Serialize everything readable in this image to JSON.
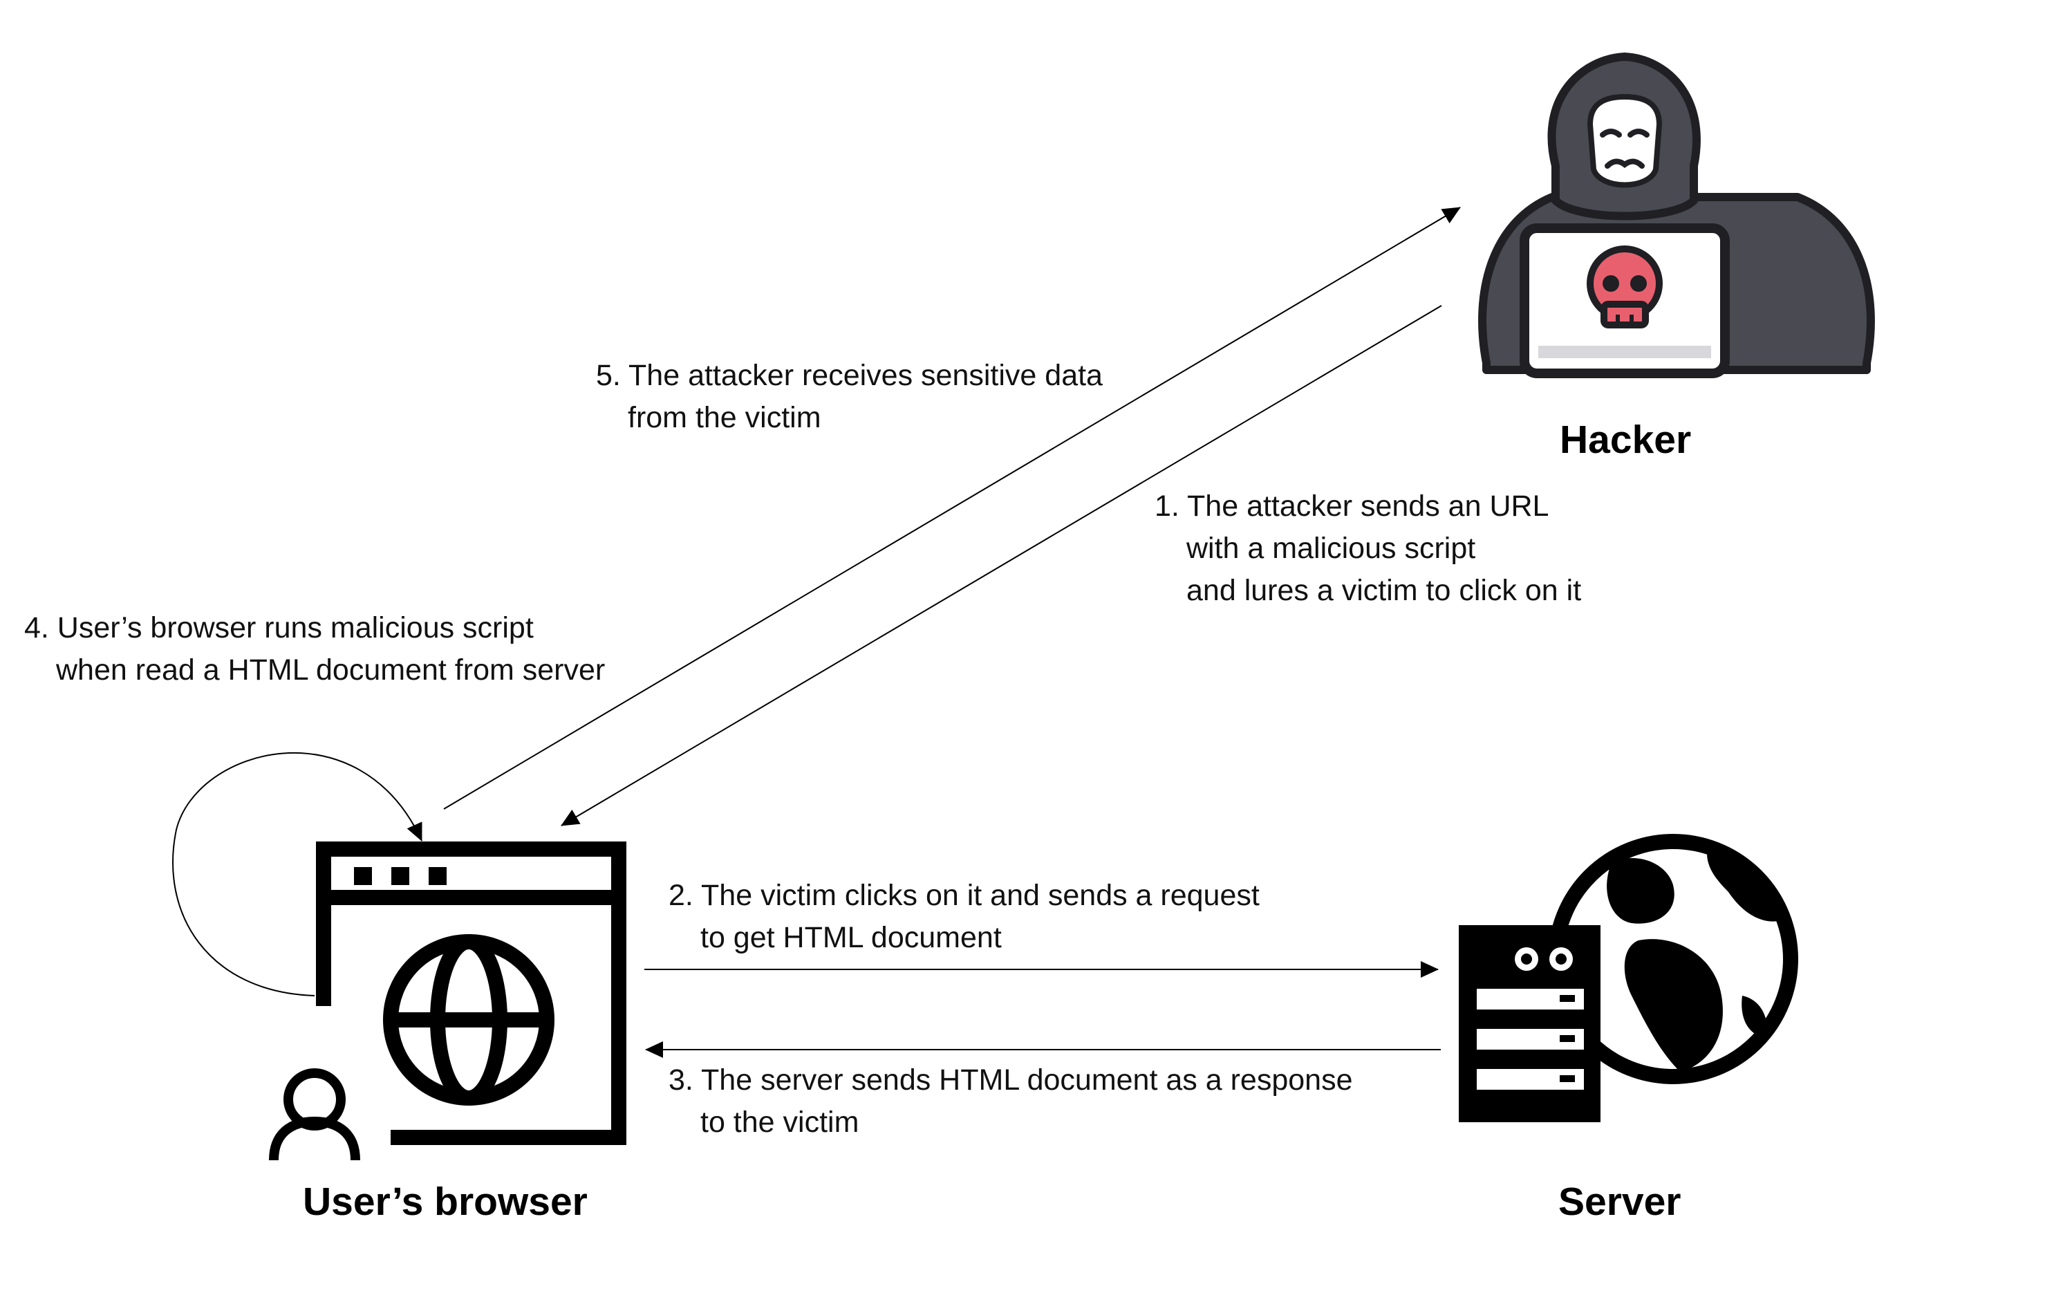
{
  "nodes": {
    "hacker": {
      "label": "Hacker",
      "icon": "hacker-icon"
    },
    "browser": {
      "label": "User’s browser",
      "icon": "browser-window-icon"
    },
    "server": {
      "label": "Server",
      "icon": "server-globe-icon"
    }
  },
  "steps": [
    {
      "lines": [
        "1. The attacker sends an URL",
        "with a malicious script",
        "and lures a victim to click on it"
      ]
    },
    {
      "lines": [
        "2. The victim clicks on it and sends a request",
        "to get HTML document"
      ]
    },
    {
      "lines": [
        "3. The server sends HTML document as a response",
        "to the victim"
      ]
    },
    {
      "lines": [
        "4. User’s browser runs malicious script",
        "when read  a HTML document from server"
      ]
    },
    {
      "lines": [
        "5. The attacker receives sensitive data",
        "from the victim"
      ]
    }
  ],
  "colors": {
    "hood": "#4a4a52",
    "skull": "#e8606e",
    "ink": "#000000"
  }
}
